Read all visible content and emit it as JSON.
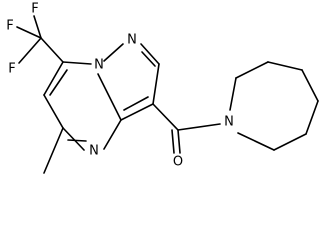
{
  "molecule": {
    "atoms": {
      "f1": "F",
      "f2": "F",
      "f3": "F",
      "n1": "N",
      "n2": "N",
      "n3": "N",
      "o": "O",
      "n4": "N"
    }
  }
}
